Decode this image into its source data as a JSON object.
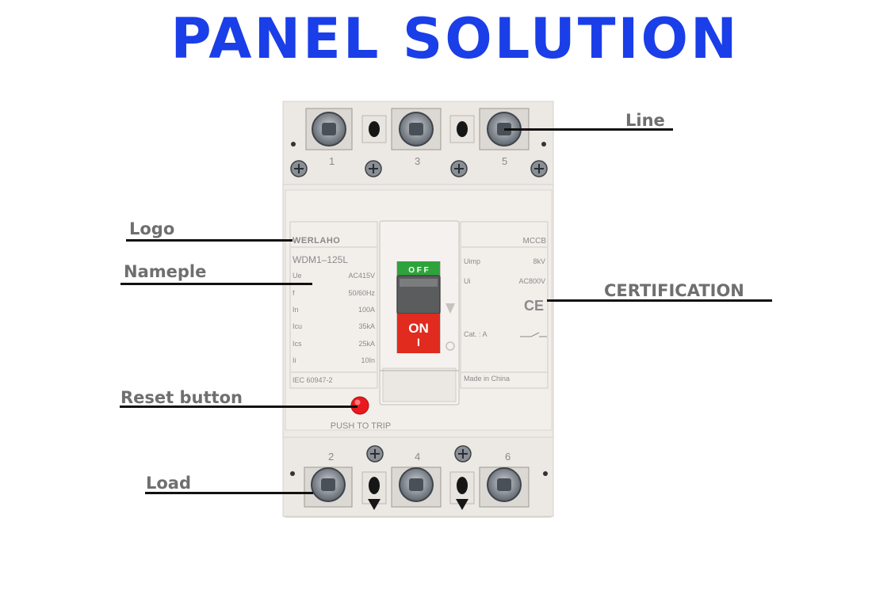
{
  "title": "PANEL SOLUTION",
  "callouts": {
    "line": "Line",
    "logo": "Logo",
    "nameplate": "Nameple",
    "certification": "CERTIFICATION",
    "reset": "Reset button",
    "load": "Load"
  },
  "breaker": {
    "brand": "WERLAHO",
    "type": "MCCB",
    "model": "WDM1–125L",
    "left_specs": [
      {
        "key": "Ue",
        "value": "AC415V"
      },
      {
        "key": "f",
        "value": "50/60Hz"
      },
      {
        "key": "In",
        "value": "100A"
      },
      {
        "key": "Icu",
        "value": "35kA"
      },
      {
        "key": "Ics",
        "value": "25kA"
      },
      {
        "key": "Ii",
        "value": "10In"
      }
    ],
    "standard": "IEC 60947-2",
    "right_specs": [
      {
        "key": "Uimp",
        "value": "8kV"
      },
      {
        "key": "Ui",
        "value": "AC800V"
      }
    ],
    "ce_mark": "CE",
    "category": "Cat. : A",
    "origin": "Made in China",
    "push_to_trip": "PUSH TO TRIP",
    "switch_on": "ON",
    "switch_on_symbol": "I",
    "switch_off": "O F F",
    "terminals_top": [
      "1",
      "3",
      "5"
    ],
    "terminals_bottom": [
      "2",
      "4",
      "6"
    ]
  },
  "colors": {
    "title": "#1a3ee8",
    "label": "#6f6f6f",
    "reset_button": "#e8191e",
    "on_block": "#e02b1e",
    "off_block": "#2fa33b",
    "body": "#eeeae6"
  }
}
